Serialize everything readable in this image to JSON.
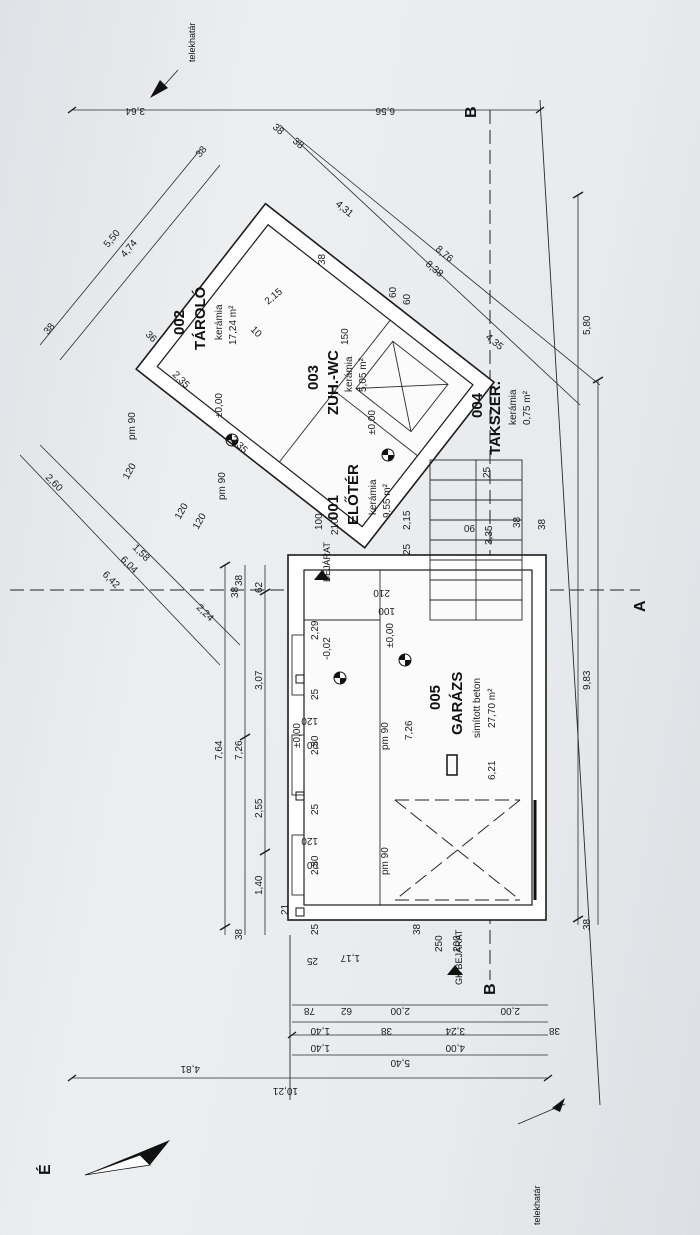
{
  "plan": {
    "north_label": "É",
    "property_line_label": "telekhatár",
    "entrance_label": "BEJÁRAT",
    "car_entrance_label": "GK BEJÁRAT",
    "section_a": "A",
    "section_b": "B"
  },
  "rooms": [
    {
      "id": "r002",
      "number": "002",
      "name": "TÁROLÓ",
      "finish": "kerámia",
      "area": "17,24 m²"
    },
    {
      "id": "r003",
      "number": "003",
      "name": "ZUH.-WC",
      "finish": "kerámia",
      "area": "5,05 m²"
    },
    {
      "id": "r001",
      "number": "001",
      "name": "ELŐTÉR",
      "finish": "kerámia",
      "area": "9,55 m²"
    },
    {
      "id": "r004",
      "number": "004",
      "name": "TAKSZER.",
      "finish": "kerámia",
      "area": "0,75 m²"
    },
    {
      "id": "r005",
      "number": "005",
      "name": "GARÁZS",
      "finish": "simított beton",
      "area": "27,70 m²"
    }
  ],
  "levels": {
    "l1": "±0,00",
    "l2": "±0,00",
    "l3": "-0,02",
    "l4": "±0,00",
    "l5": "±0,00"
  },
  "dims_left": {
    "d764": "7,64",
    "d726": "7,26",
    "d307": "3,07",
    "d255": "2,55",
    "d140": "1,40",
    "d38a": "38",
    "d62": "62",
    "d38b": "38",
    "d229": "2,29",
    "d25a": "25",
    "d230a": "2,30",
    "d25b": "25",
    "d230b": "2,30",
    "d25c": "25",
    "d21": "21"
  },
  "dims_diag_left": {
    "d642": "6,42",
    "d604": "6,04",
    "d158": "1,58",
    "d224": "2,24",
    "d260": "2,60"
  },
  "dims_diag_top": {
    "d550": "5,50",
    "d474": "4,74",
    "d38a": "38",
    "d38b": "38"
  },
  "dims_diag_right": {
    "d876": "8,76",
    "d838": "8,38",
    "d431": "4,31",
    "d435": "4,35",
    "d38a": "38",
    "d38b": "38"
  },
  "dims_top": {
    "d364": "3,64",
    "d656": "6,56"
  },
  "dims_right": {
    "d580": "5,80",
    "d983": "9,83",
    "d38": "38"
  },
  "dims_bottom": {
    "d1021": "10,21",
    "d540": "5,40",
    "d481": "4,81",
    "d400": "4,00",
    "d324": "3,24",
    "d140a": "1,40",
    "d140b": "1,40",
    "d200a": "2,00",
    "d200b": "2,00",
    "d38a": "38",
    "d38b": "38",
    "d62": "62",
    "d78": "78",
    "d117": "1,17",
    "d25": "25",
    "d250": "250",
    "d200": "200",
    "d38c": "38"
  },
  "inner": {
    "pm90a": "pm 90",
    "pm90b": "pm 90",
    "pm90c": "pm 90",
    "pm90d": "pm 90",
    "w120a": "120",
    "w120b": "120",
    "w120c": "120",
    "w120d": "120",
    "w120e": "120",
    "w90a": "90",
    "w90b": "90",
    "d235a": "2,35",
    "d235b": "2,35",
    "d215a": "2,15",
    "d215b": "2,15",
    "d335": "3,35",
    "d621": "6,21",
    "d726": "7,26",
    "d100a": "100",
    "d210a": "210",
    "d100b": "100",
    "d210b": "210",
    "d60a": "60",
    "d60b": "60",
    "d25a": "25",
    "d25b": "25",
    "d90": "90",
    "d38a": "38",
    "d38b": "38",
    "d38c": "38",
    "d38d": "38",
    "d10": "10",
    "d150": "150",
    "d36": "36"
  }
}
